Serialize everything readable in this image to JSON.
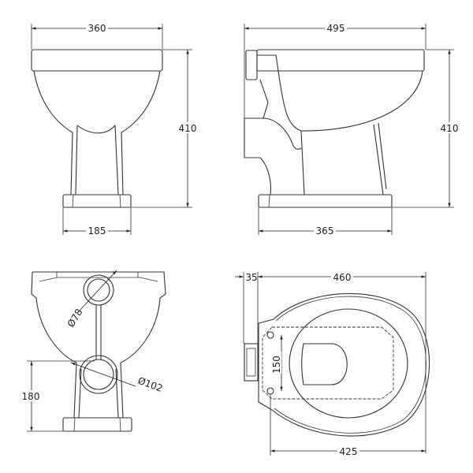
{
  "front_view": {
    "width_label": "360",
    "height_label": "410",
    "base_width_label": "185"
  },
  "side_view": {
    "length_label": "495",
    "height_label": "410",
    "base_length_label": "365"
  },
  "rear_view": {
    "inlet_diameter_label": "Ø78",
    "outlet_diameter_label": "Ø102",
    "outlet_height_label": "180"
  },
  "top_view": {
    "hinge_offset_label": "35",
    "seat_length_label": "460",
    "bolt_spacing_label": "150",
    "bolt_to_front_label": "425"
  },
  "colors": {
    "line": "#333333",
    "background": "#ffffff"
  }
}
